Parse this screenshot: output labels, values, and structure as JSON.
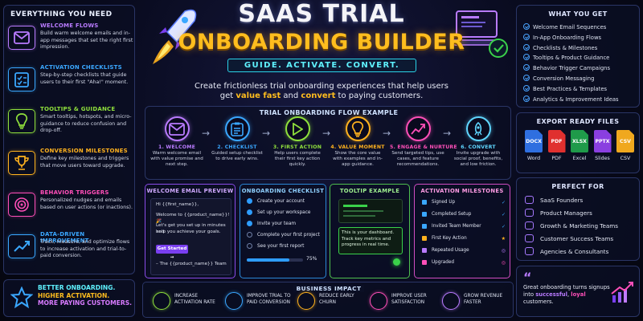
{
  "title_line1": "SAAS TRIAL",
  "title_line2": "ONBOARDING BUILDER",
  "tagline": "GUIDE. ACTIVATE. CONVERT.",
  "lead": {
    "line1": "Create frictionless trial onboarding experiences that help users",
    "line2_pre": "get ",
    "line2_hl1": "value fast",
    "line2_mid": " and ",
    "line2_hl2": "convert",
    "line2_post": " to paying customers."
  },
  "left_panel": {
    "heading": "EVERYTHING YOU NEED",
    "items": [
      {
        "title": "WELCOME FLOWS",
        "desc": "Build warm welcome emails and in-app messages that set the right first impression.",
        "color": "#b97bff",
        "icon": "envelope-icon"
      },
      {
        "title": "ACTIVATION CHECKLISTS",
        "desc": "Step-by-step checklists that guide users to their first \"Aha!\" moment.",
        "color": "#3aa7ff",
        "icon": "checklist-icon"
      },
      {
        "title": "TOOLTIPS & GUIDANCE",
        "desc": "Smart tooltips, hotspots, and micro-guidance to reduce confusion and drop-off.",
        "color": "#8fe03c",
        "icon": "lightbulb-icon"
      },
      {
        "title": "CONVERSION MILESTONES",
        "desc": "Define key milestones and triggers that move users toward upgrade.",
        "color": "#ffb21e",
        "icon": "trophy-icon"
      },
      {
        "title": "BEHAVIOR TRIGGERS",
        "desc": "Personalized nudges and emails based on user actions (or inactions).",
        "color": "#ff4fb8",
        "icon": "target-icon"
      },
      {
        "title": "DATA-DRIVEN IMPROVEMENT",
        "desc": "Track, measure, and optimize flows to increase activation and trial-to-paid conversion.",
        "color": "#3aa7ff",
        "icon": "trend-icon"
      }
    ],
    "better_line1": "BETTER ONBOARDING.",
    "better_line2": "HIGHER ACTIVATION.",
    "better_line3": "MORE PAYING CUSTOMERS."
  },
  "flow": {
    "heading": "TRIAL ONBOARDING FLOW EXAMPLE",
    "steps": [
      {
        "title": "1. WELCOME",
        "desc": "Warm welcome email with value promise and next step.",
        "color": "#b97bff",
        "icon": "envelope-icon"
      },
      {
        "title": "2. CHECKLIST",
        "desc": "Guided setup checklist to drive early wins.",
        "color": "#3aa7ff",
        "icon": "clipboard-icon"
      },
      {
        "title": "3. FIRST ACTION",
        "desc": "Help users complete their first key action quickly.",
        "color": "#8fe03c",
        "icon": "play-icon"
      },
      {
        "title": "4. VALUE MOMENT",
        "desc": "Show the core value with examples and in-app guidance.",
        "color": "#ffb21e",
        "icon": "lightbulb-icon"
      },
      {
        "title": "5. ENGAGE & NURTURE",
        "desc": "Send targeted tips, use cases, and feature recommendations.",
        "color": "#ff4fb8",
        "icon": "chart-up-icon"
      },
      {
        "title": "6. CONVERT",
        "desc": "Invite upgrade with social proof, benefits, and low friction.",
        "color": "#5fd6ff",
        "icon": "rocket-icon"
      }
    ]
  },
  "email_preview": {
    "heading": "WELCOME EMAIL PREVIEW",
    "greeting": "Hi {{first_name}},",
    "line1": "Welcome to {{product_name}}! 🎉",
    "line2": "Let's get you set up in minutes and",
    "line3": "help you achieve your goals.",
    "button": "Get Started →",
    "sign": "– The {{product_name}} Team"
  },
  "checklist": {
    "heading": "ONBOARDING CHECKLIST",
    "items": [
      {
        "label": "Create your account",
        "done": true
      },
      {
        "label": "Set up your workspace",
        "done": true
      },
      {
        "label": "Invite your team",
        "done": true
      },
      {
        "label": "Complete your first project",
        "done": false
      },
      {
        "label": "See your first report",
        "done": false
      }
    ],
    "progress": 75,
    "progress_label": "75%"
  },
  "tooltip": {
    "heading": "TOOLTIP EXAMPLE",
    "line1": "This is your dashboard.",
    "line2": "Track key metrics and",
    "line3": "progress in real time."
  },
  "milestones": {
    "heading": "ACTIVATION MILESTONES",
    "items": [
      {
        "label": "Signed Up",
        "color": "#3aa7ff",
        "mark": "✓"
      },
      {
        "label": "Completed Setup",
        "color": "#3aa7ff",
        "mark": "✓"
      },
      {
        "label": "Invited Team Member",
        "color": "#3aa7ff",
        "mark": "✓"
      },
      {
        "label": "First Key Action",
        "color": "#ffb21e",
        "mark": "★"
      },
      {
        "label": "Repeated Usage",
        "color": "#b97bff",
        "mark": "◎"
      },
      {
        "label": "Upgraded",
        "color": "#ff4fb8",
        "mark": "◎"
      }
    ]
  },
  "impact": {
    "heading": "BUSINESS IMPACT",
    "items": [
      {
        "line1": "INCREASE",
        "line2": "ACTIVATION RATE",
        "color": "#8fe03c"
      },
      {
        "line1": "IMPROVE TRIAL TO",
        "line2": "PAID CONVERSION",
        "color": "#3aa7ff"
      },
      {
        "line1": "REDUCE EARLY",
        "line2": "CHURN",
        "color": "#ffb21e"
      },
      {
        "line1": "IMPROVE USER",
        "line2": "SATISFACTION",
        "color": "#ff4fb8"
      },
      {
        "line1": "GROW REVENUE",
        "line2": "FASTER",
        "color": "#b97bff"
      }
    ]
  },
  "what_you_get": {
    "heading": "WHAT YOU GET",
    "items": [
      "Welcome Email Sequences",
      "In-App Onboarding Flows",
      "Checklists & Milestones",
      "Tooltips & Product Guidance",
      "Behavior Trigger Campaigns",
      "Conversion Messaging",
      "Best Practices & Templates",
      "Analytics & Improvement Ideas"
    ]
  },
  "export": {
    "heading": "EXPORT READY FILES",
    "files": [
      {
        "badge": "DOCX",
        "label": "Word",
        "color": "#2f6fe0"
      },
      {
        "badge": "PDF",
        "label": "PDF",
        "color": "#e0302f"
      },
      {
        "badge": "XLSX",
        "label": "Excel",
        "color": "#1f9a4a"
      },
      {
        "badge": "PPTX",
        "label": "Slides",
        "color": "#8a3fe0"
      },
      {
        "badge": "CSV",
        "label": "CSV",
        "color": "#f0a81e"
      }
    ]
  },
  "perfect_for": {
    "heading": "PERFECT FOR",
    "items": [
      "SaaS Founders",
      "Product Managers",
      "Growth & Marketing Teams",
      "Customer Success Teams",
      "Agencies & Consultants"
    ]
  },
  "quote": {
    "line1": "Great onboarding turns signups",
    "line2_pre": "into ",
    "line2_hl1": "successful",
    "line2_mid": ", ",
    "line2_hl2": "loyal",
    "line2_post": " customers."
  }
}
